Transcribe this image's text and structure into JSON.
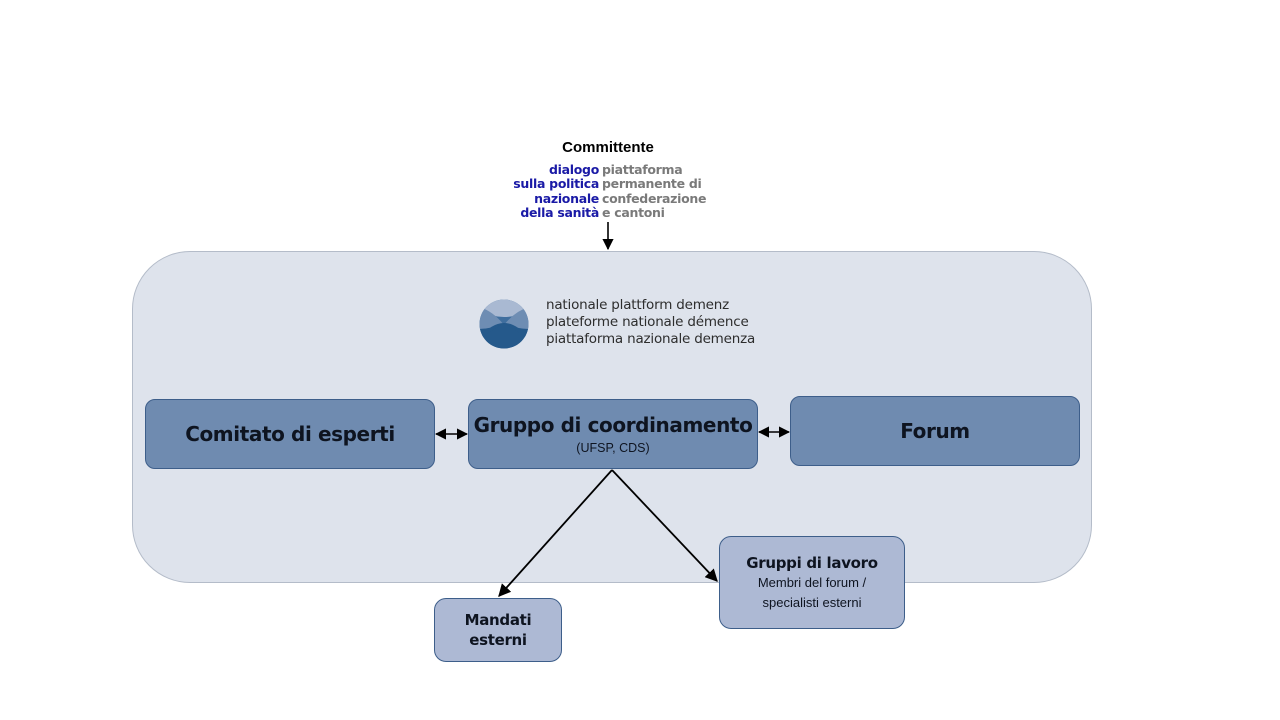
{
  "commissioner": {
    "title": "Committente",
    "logo_rows": [
      {
        "left": "dialogo",
        "right": "piattaforma"
      },
      {
        "left": "sulla politica",
        "right": "permanente di"
      },
      {
        "left": "nazionale",
        "right": "confederazione"
      },
      {
        "left": "della sanità",
        "right": "e cantoni"
      }
    ]
  },
  "platform": {
    "logo_icon": "platform-globe-icon",
    "lines": [
      "nationale plattform demenz",
      "plateforme nationale démence",
      "piattaforma nazionale demenza"
    ]
  },
  "nodes": {
    "comitato": {
      "title": "Comitato di esperti"
    },
    "gruppo": {
      "title": "Gruppo di coordinamento",
      "subtitle": "(UFSP, CDS)"
    },
    "forum": {
      "title": "Forum"
    },
    "mandati": {
      "title_line1": "Mandati",
      "title_line2": "esterni"
    },
    "lavoro": {
      "title": "Gruppi di lavoro",
      "sub_line1": "Membri del forum /",
      "sub_line2": "specialisti esterni"
    }
  },
  "edges": [
    {
      "from": "commissioner",
      "to": "platform",
      "type": "arrow"
    },
    {
      "from": "comitato",
      "to": "gruppo",
      "type": "bidirectional"
    },
    {
      "from": "gruppo",
      "to": "forum",
      "type": "bidirectional"
    },
    {
      "from": "gruppo",
      "to": "mandati",
      "type": "arrow"
    },
    {
      "from": "gruppo",
      "to": "lavoro",
      "type": "arrow"
    }
  ],
  "colors": {
    "container_bg": "#dee3ec",
    "dark_box": "#6f8bb0",
    "light_box": "#adb9d4",
    "box_border": "#3d5e8a",
    "dialogo_blue": "#1a1aa6",
    "dialogo_gray": "#7a7a7a"
  }
}
